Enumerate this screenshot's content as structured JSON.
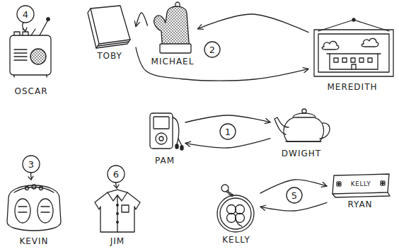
{
  "diagram": {
    "nodes": [
      {
        "text": [
          "OSCAR"
        ]
      },
      {
        "text": [
          "TOBY"
        ]
      },
      {
        "text": [
          "MICHAEL"
        ]
      },
      {
        "text": [
          "MEREDITH"
        ]
      },
      {
        "text": [
          "PAM"
        ]
      },
      {
        "text": [
          "DWIGHT"
        ]
      },
      {
        "text": [
          "KEVIN"
        ]
      },
      {
        "text": [
          "JIM"
        ]
      },
      {
        "text": [
          "RYAN"
        ]
      },
      {
        "text": [
          "KELLY"
        ]
      }
    ],
    "edges": [
      {
        "from": 4,
        "to": 5,
        "arrow": "to"
      },
      {
        "from": 5,
        "to": 4,
        "arrow": "to"
      },
      {
        "from": 3,
        "to": 2,
        "arrow": "to"
      },
      {
        "from": 2,
        "to": 1,
        "arrow": "to"
      },
      {
        "from": 1,
        "to": 3,
        "arrow": "to"
      },
      {
        "from": 9,
        "to": 8,
        "arrow": "to"
      },
      {
        "from": 8,
        "to": 9,
        "arrow": "to"
      }
    ],
    "labels": [
      "4",
      "2",
      "1",
      "3",
      "6",
      "KELLY",
      "5"
    ]
  }
}
